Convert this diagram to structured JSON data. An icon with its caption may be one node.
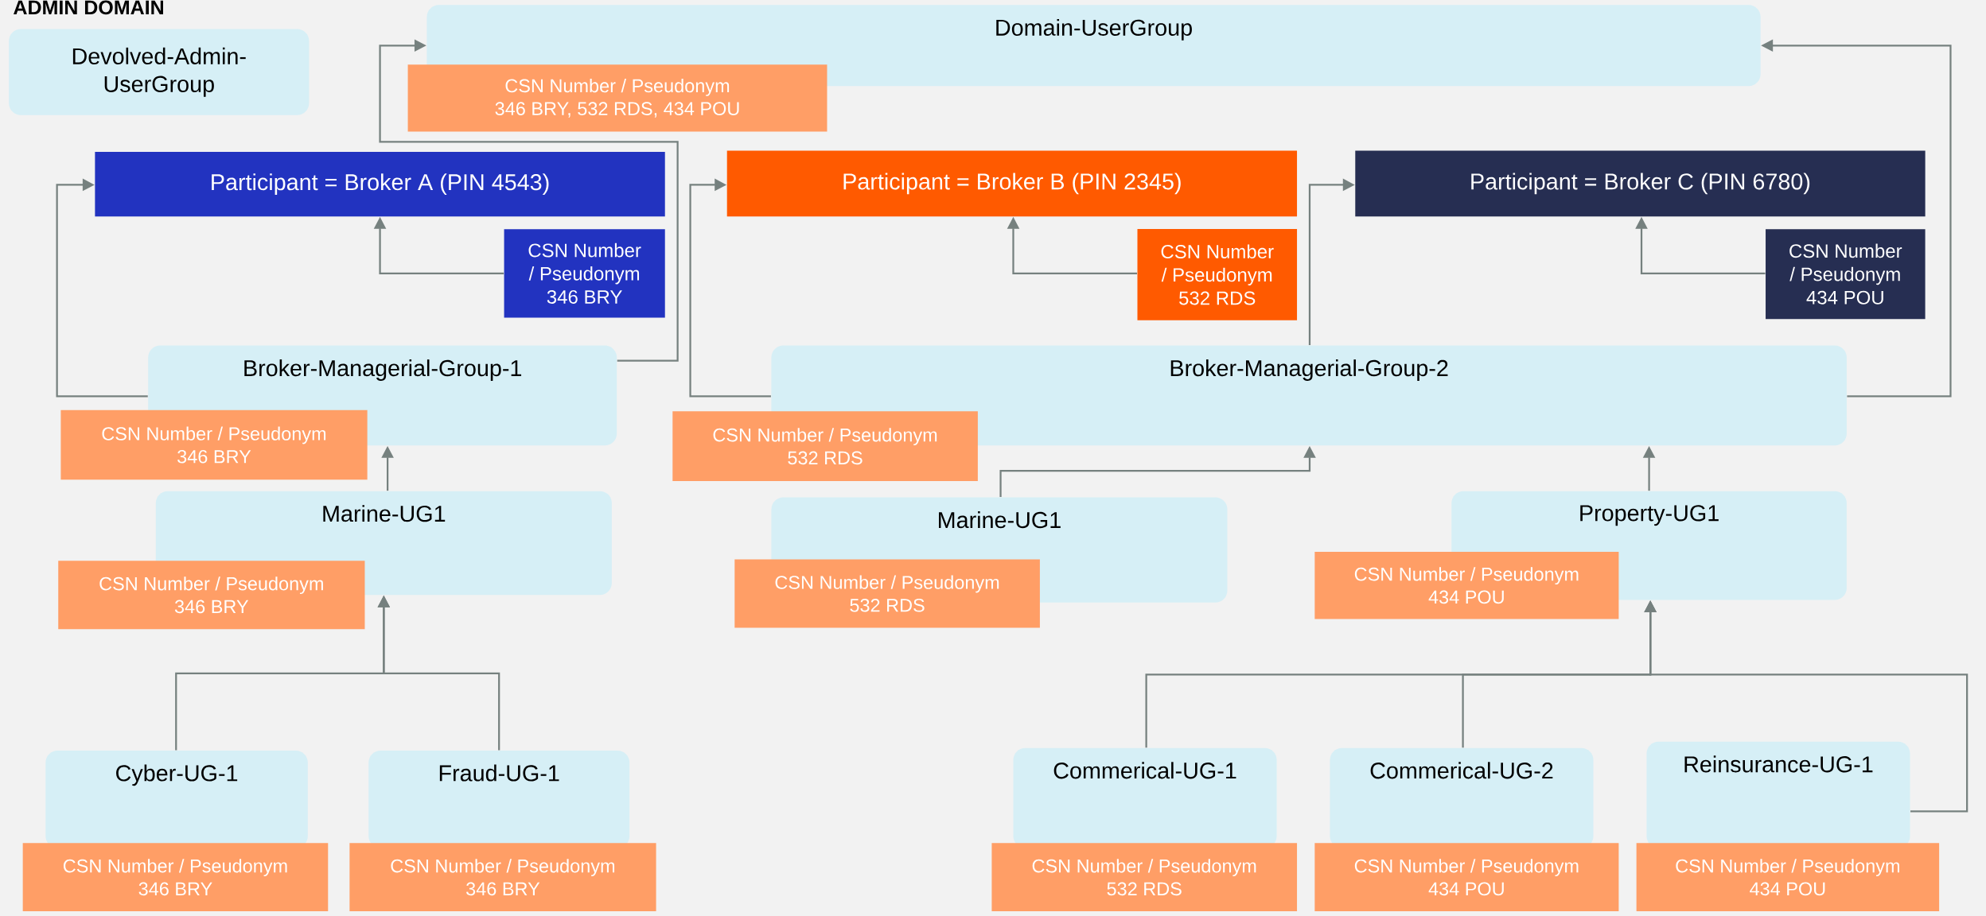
{
  "diagram": {
    "title": "ADMIN DOMAIN",
    "nodes": [
      {
        "text": [
          "Devolved-Admin-UserGroup"
        ]
      },
      {
        "text": [
          "Domain-UserGroup"
        ]
      },
      {
        "text": [
          "CSN Number / Pseudonym",
          "346 BRY, 532 RDS, 434 POU"
        ]
      },
      {
        "text": [
          "Participant = Broker A (PIN 4543)"
        ]
      },
      {
        "text": [
          "CSN Number / Pseudonym",
          "346 BRY"
        ]
      },
      {
        "text": [
          "Participant = Broker B (PIN 2345)"
        ]
      },
      {
        "text": [
          "CSN Number / Pseudonym",
          "532 RDS"
        ]
      },
      {
        "text": [
          "Participant = Broker C (PIN 6780)"
        ]
      },
      {
        "text": [
          "CSN Number / Pseudonym",
          "434 POU"
        ]
      },
      {
        "text": [
          "Broker-Managerial-Group-1"
        ]
      },
      {
        "text": [
          "CSN Number / Pseudonym",
          "346 BRY"
        ]
      },
      {
        "text": [
          "Broker-Managerial-Group-2"
        ]
      },
      {
        "text": [
          "CSN Number / Pseudonym",
          "532 RDS"
        ]
      },
      {
        "text": [
          "Marine-UG1"
        ]
      },
      {
        "text": [
          "CSN Number / Pseudonym",
          "346 BRY"
        ]
      },
      {
        "text": [
          "Marine-UG1"
        ]
      },
      {
        "text": [
          "CSN Number / Pseudonym",
          "532 RDS"
        ]
      },
      {
        "text": [
          "Property-UG1"
        ]
      },
      {
        "text": [
          "CSN Number / Pseudonym",
          "434 POU"
        ]
      },
      {
        "text": [
          "Cyber-UG-1"
        ]
      },
      {
        "text": [
          "CSN Number / Pseudonym",
          "346 BRY"
        ]
      },
      {
        "text": [
          "Fraud-UG-1"
        ]
      },
      {
        "text": [
          "CSN Number / Pseudonym",
          "346 BRY"
        ]
      },
      {
        "text": [
          "Commerical-UG-1"
        ]
      },
      {
        "text": [
          "CSN Number / Pseudonym",
          "532 RDS"
        ]
      },
      {
        "text": [
          "Commerical-UG-2"
        ]
      },
      {
        "text": [
          "CSN Number / Pseudonym",
          "434 POU"
        ]
      },
      {
        "text": [
          "Reinsurance-UG-1"
        ]
      },
      {
        "text": [
          "CSN Number / Pseudonym",
          "434 POU"
        ]
      }
    ],
    "edges": [
      {
        "from": 4,
        "to": 3,
        "arrow": "to"
      },
      {
        "from": 6,
        "to": 5,
        "arrow": "to"
      },
      {
        "from": 8,
        "to": 7,
        "arrow": "to"
      },
      {
        "from": 9,
        "to": 3,
        "arrow": "to"
      },
      {
        "from": 9,
        "to": 1,
        "arrow": "to"
      },
      {
        "from": 11,
        "to": 5,
        "arrow": "to"
      },
      {
        "from": 11,
        "to": 7,
        "arrow": "to"
      },
      {
        "from": 11,
        "to": 1,
        "arrow": "to"
      },
      {
        "from": 13,
        "to": 9,
        "arrow": "to"
      },
      {
        "from": 15,
        "to": 11,
        "arrow": "to"
      },
      {
        "from": 17,
        "to": 11,
        "arrow": "to"
      },
      {
        "from": 19,
        "to": 13,
        "arrow": "to"
      },
      {
        "from": 21,
        "to": 13,
        "arrow": "to"
      },
      {
        "from": 23,
        "to": 17,
        "arrow": "to"
      },
      {
        "from": 25,
        "to": 17,
        "arrow": "to"
      },
      {
        "from": 27,
        "to": 17,
        "arrow": "to"
      }
    ]
  }
}
